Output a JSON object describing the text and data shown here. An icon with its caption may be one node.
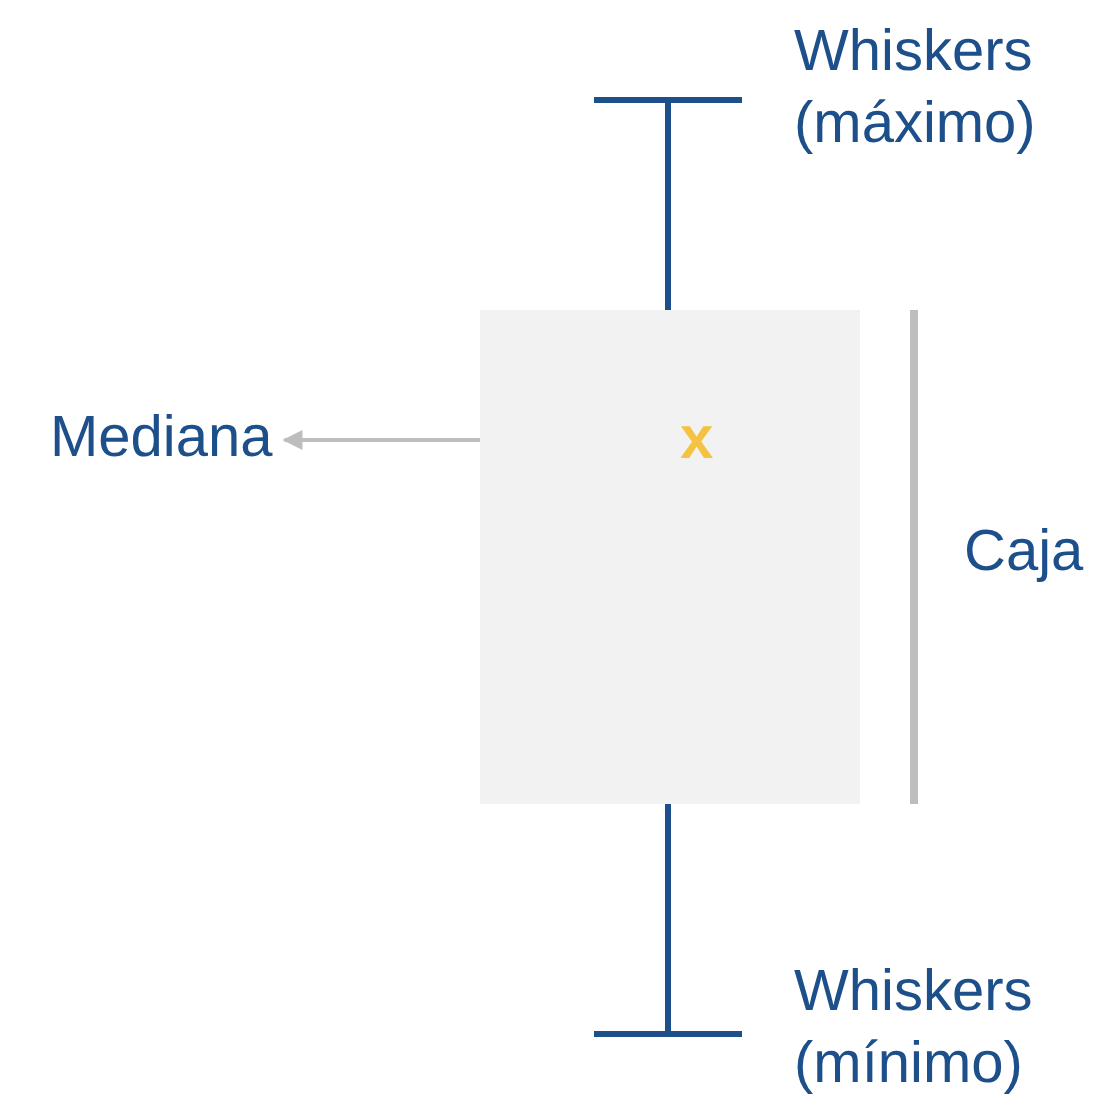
{
  "diagram": {
    "nodes": [
      {
        "text": [],
        "shape": "box"
      },
      {
        "text": [
          "x"
        ],
        "in": 0
      },
      {
        "text": [
          "Mediana"
        ]
      }
    ],
    "edges": [
      {
        "from": 1,
        "to": 2,
        "arrow": "to"
      }
    ],
    "labels": [
      "Whiskers (máximo)",
      "Caja",
      "Whiskers (mínimo)"
    ]
  }
}
